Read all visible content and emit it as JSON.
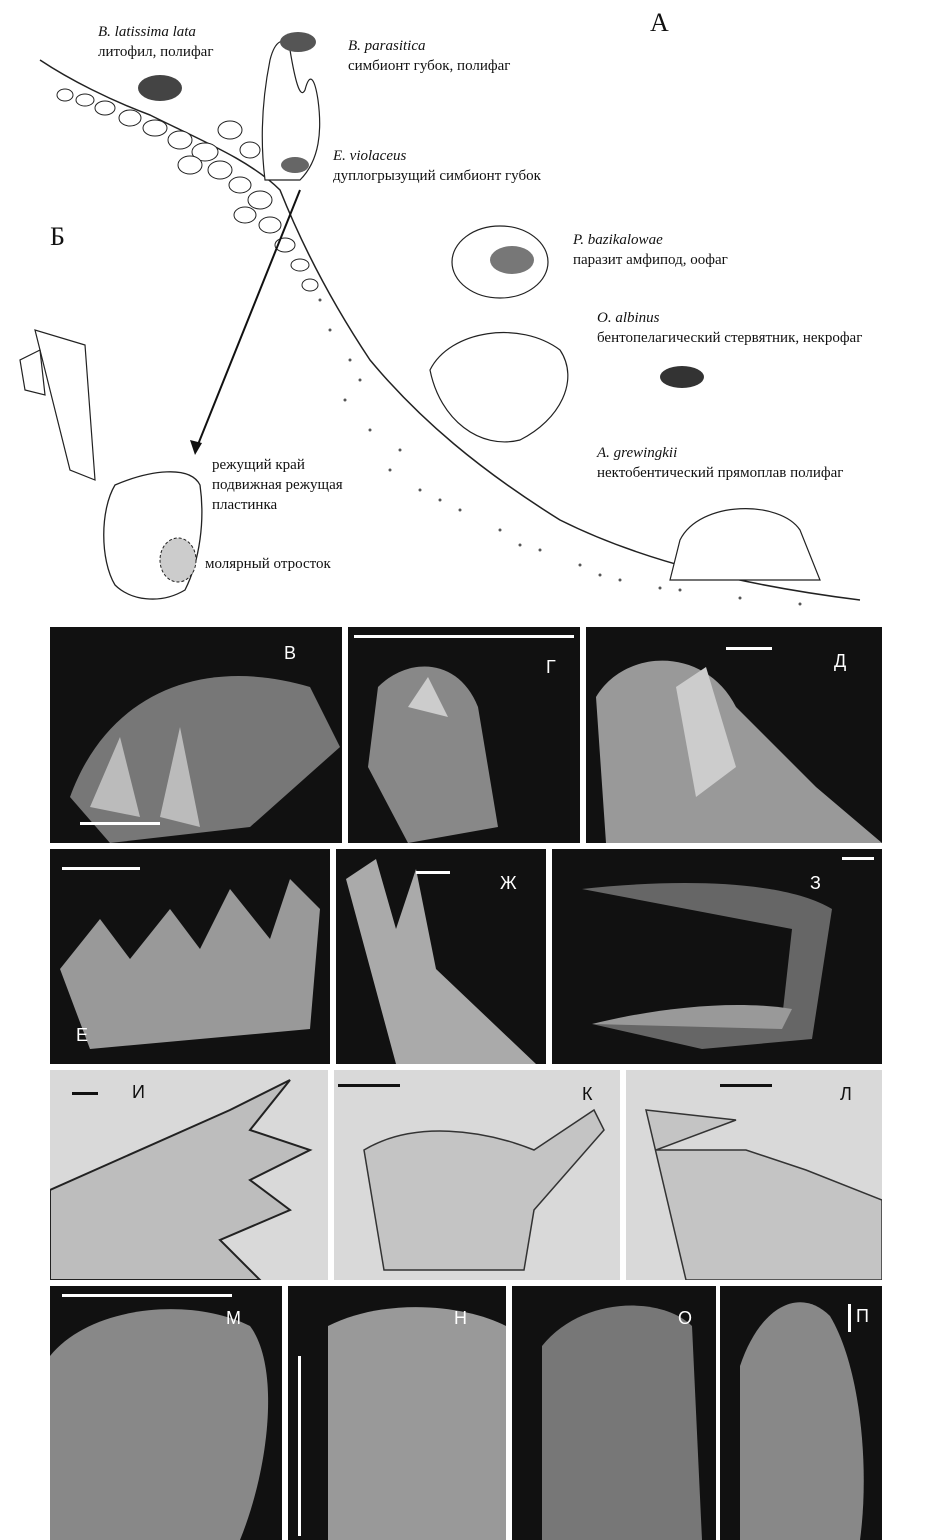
{
  "illustration": {
    "letter_a": "А",
    "letter_b": "Б",
    "species": [
      {
        "name": "B. latissima lata",
        "descr": "литофил, полифаг"
      },
      {
        "name": "B. parasitica",
        "descr": "симбионт губок, полифаг"
      },
      {
        "name": "E. violaceus",
        "descr": "дуплогрызущий симбионт губок"
      },
      {
        "name": "P. bazikalowae",
        "descr": "паразит амфипод, оофаг"
      },
      {
        "name": "O. albinus",
        "descr": "бентопелагический стервятник, некрофаг"
      },
      {
        "name": "A. grewingkii",
        "descr": "нектобентический прямоплав полифаг"
      }
    ],
    "mandible_labels": {
      "cutting_edge": "режущий край",
      "lacinia_1": "подвижная режущая",
      "lacinia_2": "пластинка",
      "molar": "молярный отросток"
    }
  },
  "photo_panels": [
    {
      "label": "В"
    },
    {
      "label": "Г"
    },
    {
      "label": "Д"
    },
    {
      "label": "Е"
    },
    {
      "label": "Ж"
    },
    {
      "label": "З"
    },
    {
      "label": "И"
    },
    {
      "label": "К"
    },
    {
      "label": "Л"
    },
    {
      "label": "М"
    },
    {
      "label": "Н"
    },
    {
      "label": "О"
    },
    {
      "label": "П"
    }
  ]
}
